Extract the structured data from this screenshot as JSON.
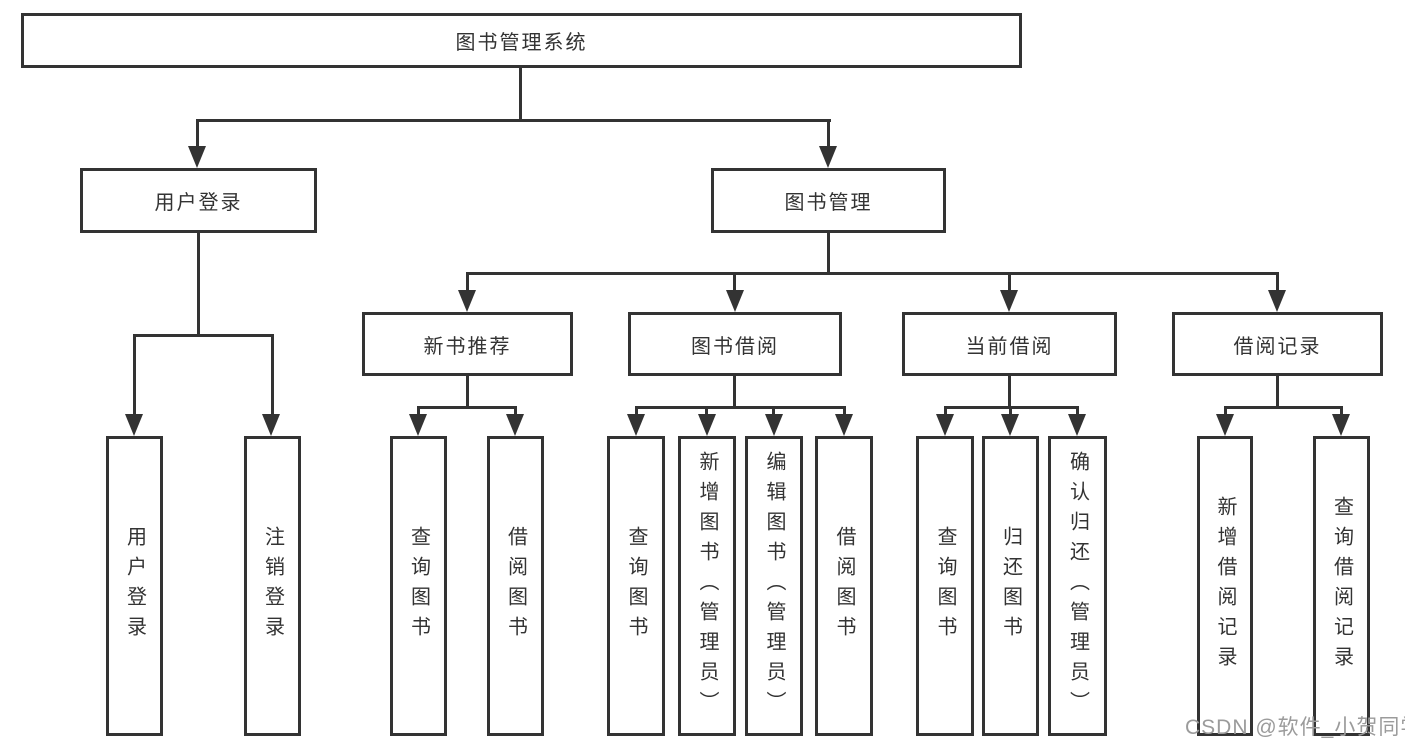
{
  "colors": {
    "line": "#333333",
    "text": "#333333",
    "watermark": "#9b9b9b",
    "bg": "#ffffff"
  },
  "root": {
    "label": "图书管理系统"
  },
  "level2": [
    {
      "label": "用户登录"
    },
    {
      "label": "图书管理"
    }
  ],
  "level3": [
    {
      "label": "新书推荐"
    },
    {
      "label": "图书借阅"
    },
    {
      "label": "当前借阅"
    },
    {
      "label": "借阅记录"
    }
  ],
  "leaves": [
    {
      "group": "用户登录",
      "label": "用户登录"
    },
    {
      "group": "用户登录",
      "label": "注销登录"
    },
    {
      "group": "新书推荐",
      "label": "查询图书"
    },
    {
      "group": "新书推荐",
      "label": "借阅图书"
    },
    {
      "group": "图书借阅",
      "label": "查询图书"
    },
    {
      "group": "图书借阅",
      "label": "新增图书（管理员）"
    },
    {
      "group": "图书借阅",
      "label": "编辑图书（管理员）"
    },
    {
      "group": "图书借阅",
      "label": "借阅图书"
    },
    {
      "group": "当前借阅",
      "label": "查询图书"
    },
    {
      "group": "当前借阅",
      "label": "归还图书"
    },
    {
      "group": "当前借阅",
      "label": "确认归还（管理员）"
    },
    {
      "group": "借阅记录",
      "label": "新增借阅记录"
    },
    {
      "group": "借阅记录",
      "label": "查询借阅记录"
    }
  ],
  "watermark": {
    "text": "CSDN @软件_小贺同学"
  }
}
